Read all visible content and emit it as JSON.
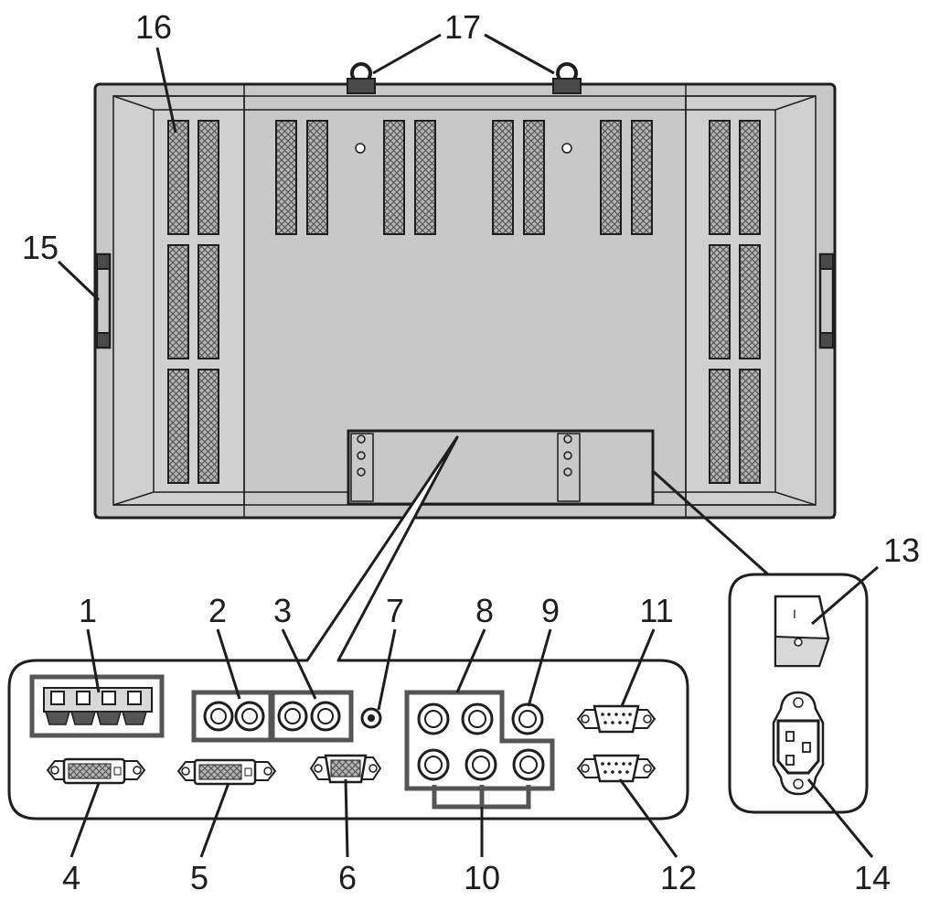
{
  "colors": {
    "panel": "#c8c8c8",
    "outline": "#1e1e1e",
    "vent": "#9a9a9a",
    "paper": "#ffffff"
  },
  "labels": {
    "l1": "1",
    "l2": "2",
    "l3": "3",
    "l4": "4",
    "l5": "5",
    "l6": "6",
    "l7": "7",
    "l8": "8",
    "l9": "9",
    "l10": "10",
    "l11": "11",
    "l12": "12",
    "l13": "13",
    "l14": "14",
    "l15": "15",
    "l16": "16",
    "l17": "17"
  },
  "switch_mark": "I"
}
